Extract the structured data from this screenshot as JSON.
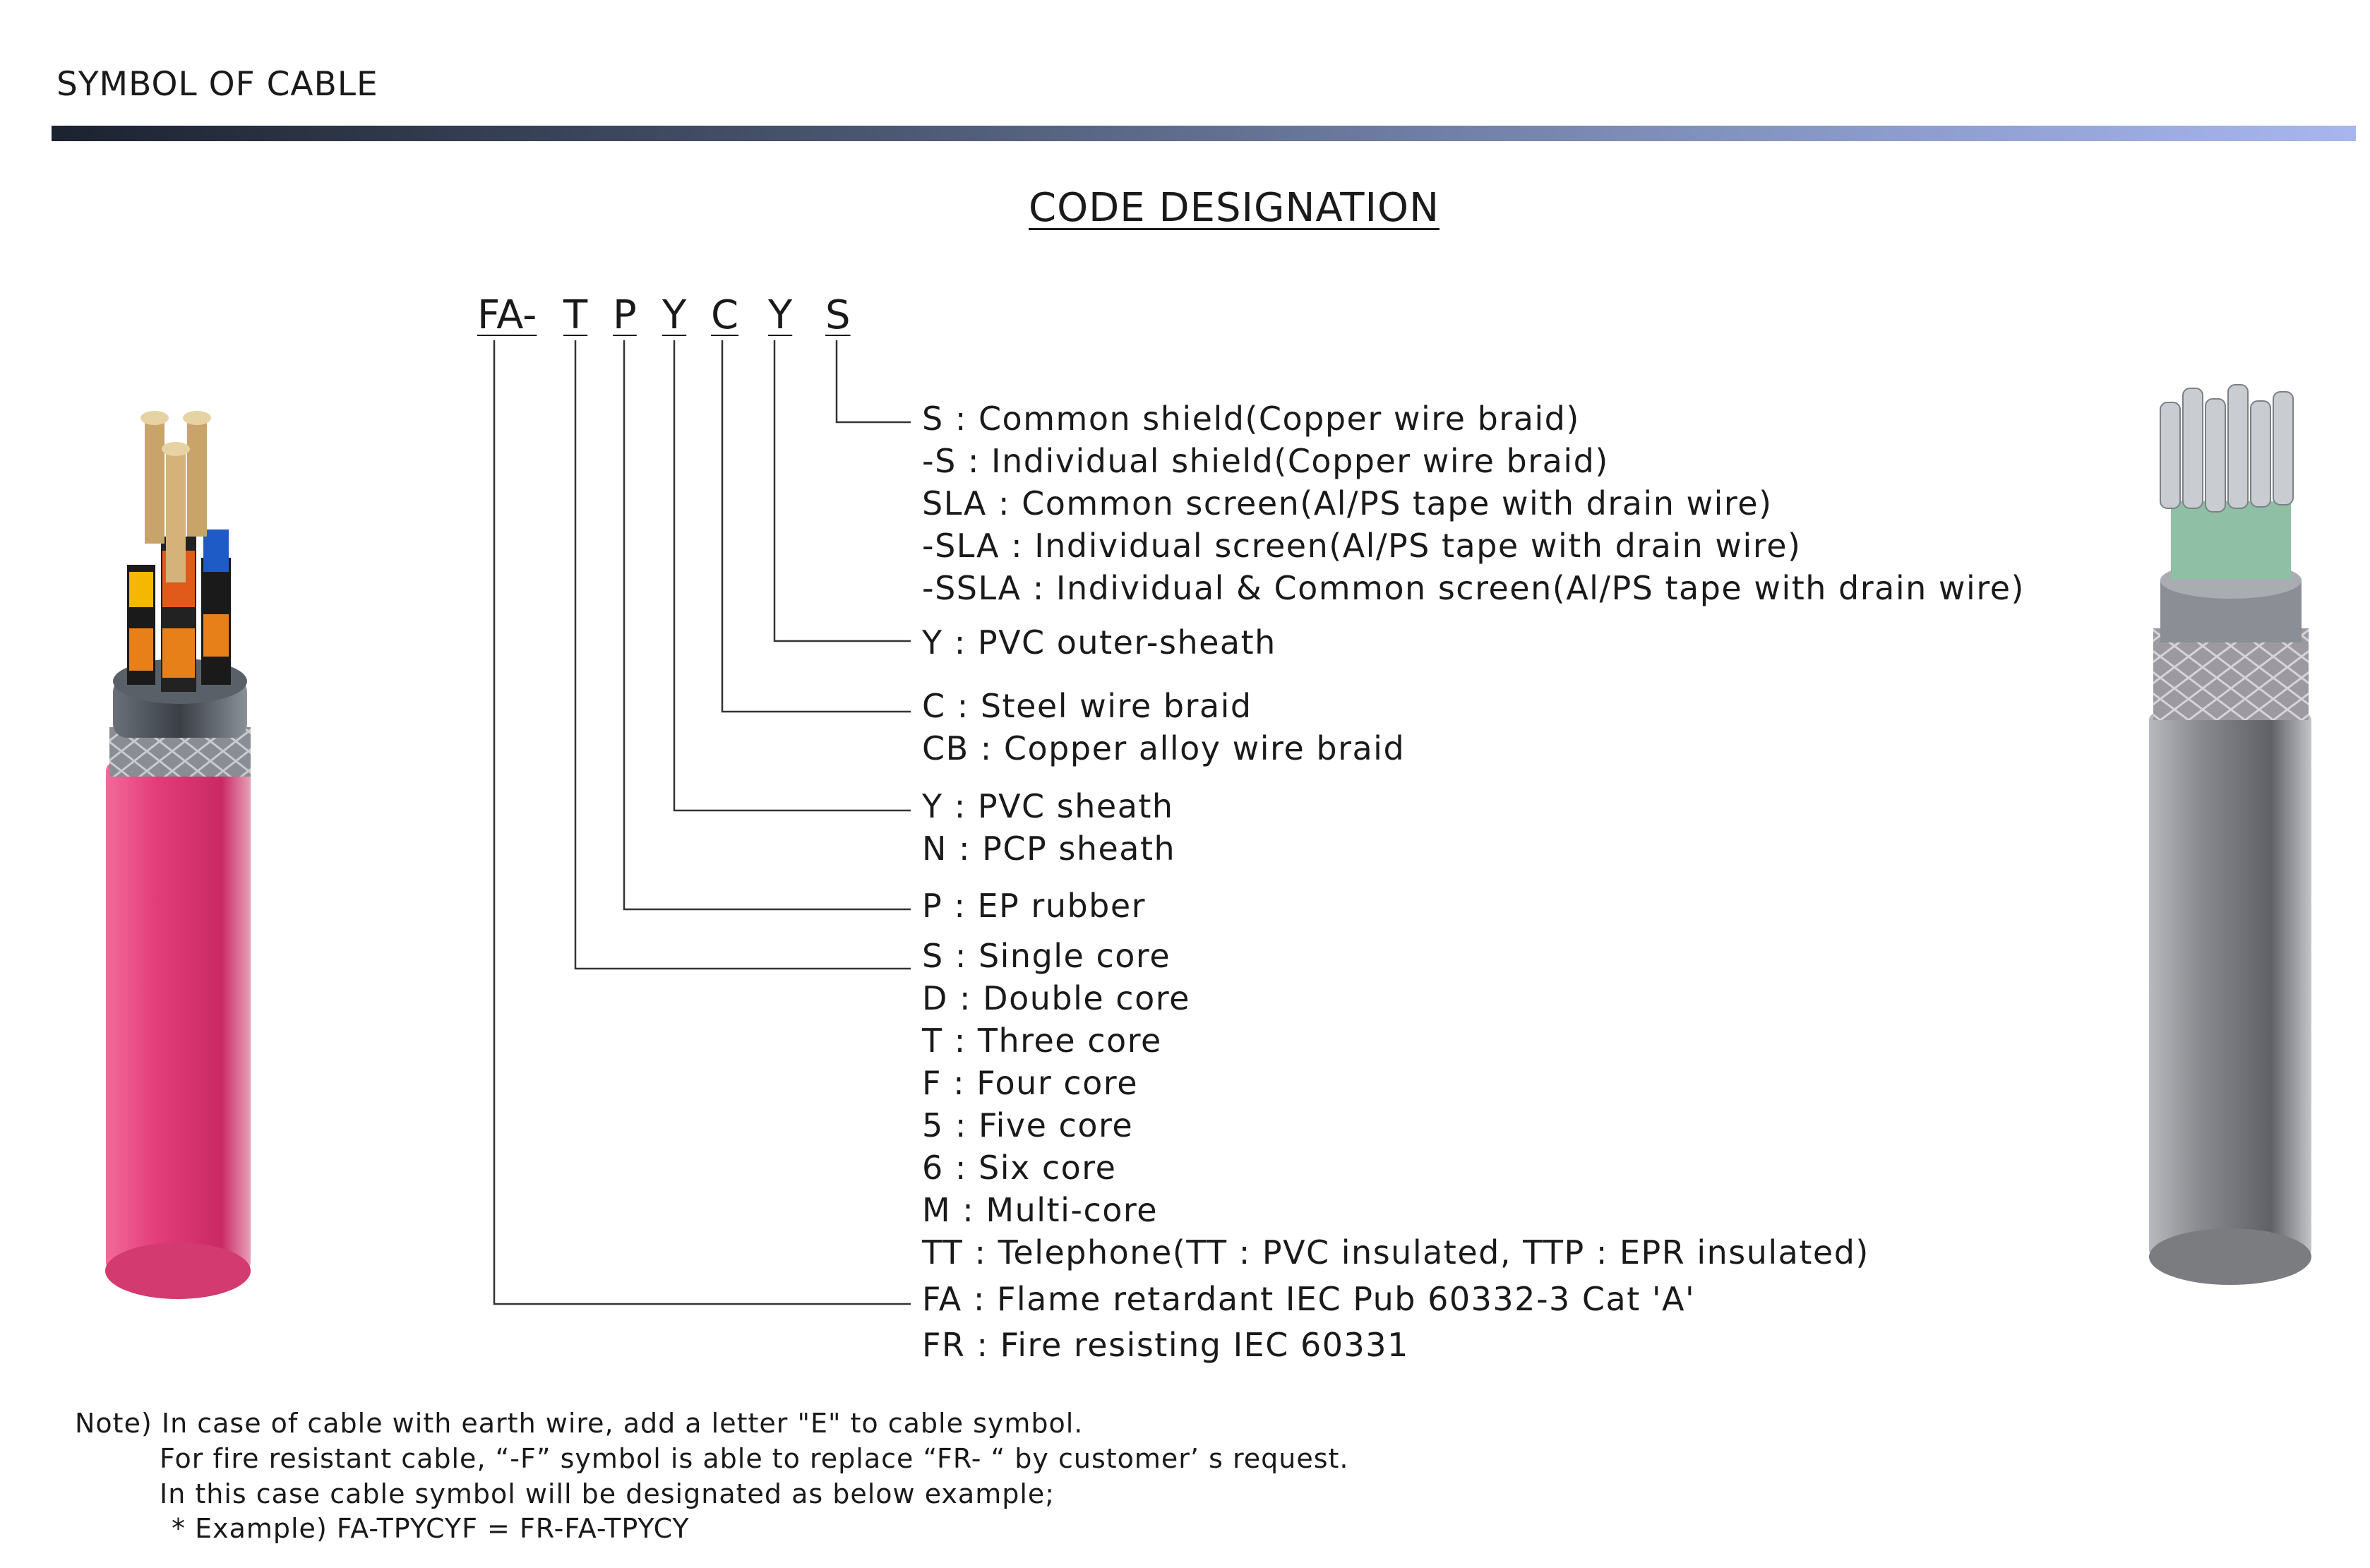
{
  "header": {
    "title": "SYMBOL OF CABLE",
    "bar_colors": [
      "#1c2230",
      "#a8b6ef"
    ]
  },
  "diagram": {
    "heading": "CODE DESIGNATION",
    "code_tokens": [
      "FA-",
      "T",
      "P",
      "Y",
      "C",
      "Y",
      "S"
    ],
    "groups": [
      {
        "lines": [
          "S : Common shield(Copper wire braid)",
          "-S : Individual shield(Copper wire braid)",
          "SLA : Common screen(Al/PS tape with drain wire)",
          "-SLA : Individual screen(Al/PS tape with drain wire)",
          "-SSLA : Individual & Common screen(Al/PS tape with drain wire)"
        ]
      },
      {
        "lines": [
          "Y : PVC outer-sheath"
        ]
      },
      {
        "lines": [
          "C : Steel wire braid",
          "CB : Copper alloy wire braid"
        ]
      },
      {
        "lines": [
          "Y : PVC sheath",
          "N : PCP sheath"
        ]
      },
      {
        "lines": [
          "P : EP rubber"
        ]
      },
      {
        "lines": [
          "S : Single core",
          "D : Double core",
          "T : Three core",
          "F : Four core",
          "5 : Five core",
          "6 : Six core",
          "M : Multi-core",
          "TT : Telephone(TT : PVC insulated, TTP : EPR insulated)"
        ]
      },
      {
        "lines": [
          "FA : Flame retardant IEC Pub 60332-3 Cat 'A'",
          "FR : Fire resisting IEC 60331"
        ]
      }
    ]
  },
  "note": {
    "lines": [
      "Note) In case of cable with earth wire, add a letter \"E\" to cable symbol.",
      "For fire resistant cable, “-F” symbol is able to replace “FR- “ by customer’ s request.",
      "In this case cable symbol will be designated as below example;",
      "* Example) FA-TPYCYF = FR-FA-TPYCY"
    ]
  },
  "images": {
    "left_cable_sheath_color": "#e0487a",
    "right_cable_sheath_color": "#8e9096"
  }
}
